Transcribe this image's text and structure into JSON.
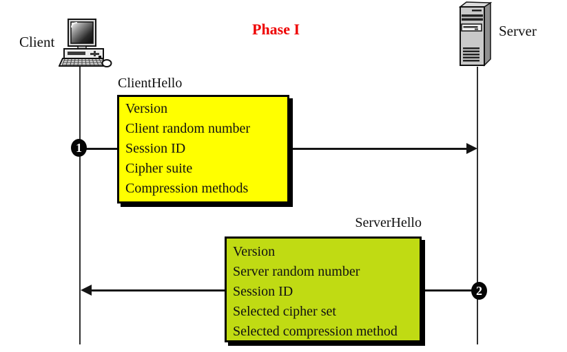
{
  "phase": {
    "title": "Phase I",
    "color": "#ee0000"
  },
  "actors": {
    "client": {
      "label": "Client",
      "icon": "desktop-computer-icon"
    },
    "server": {
      "label": "Server",
      "icon": "server-tower-icon"
    }
  },
  "messages": {
    "client_hello": {
      "title": "ClientHello",
      "fill": "#ffff00",
      "fields": [
        "Version",
        "Client random number",
        "Session ID",
        "Cipher suite",
        "Compression methods"
      ]
    },
    "server_hello": {
      "title": "ServerHello",
      "fill": "#c0db13",
      "fields": [
        "Version",
        "Server random number",
        "Session ID",
        "Selected cipher set",
        "Selected compression method"
      ]
    }
  },
  "markers": {
    "step1": "1",
    "step2": "2"
  }
}
